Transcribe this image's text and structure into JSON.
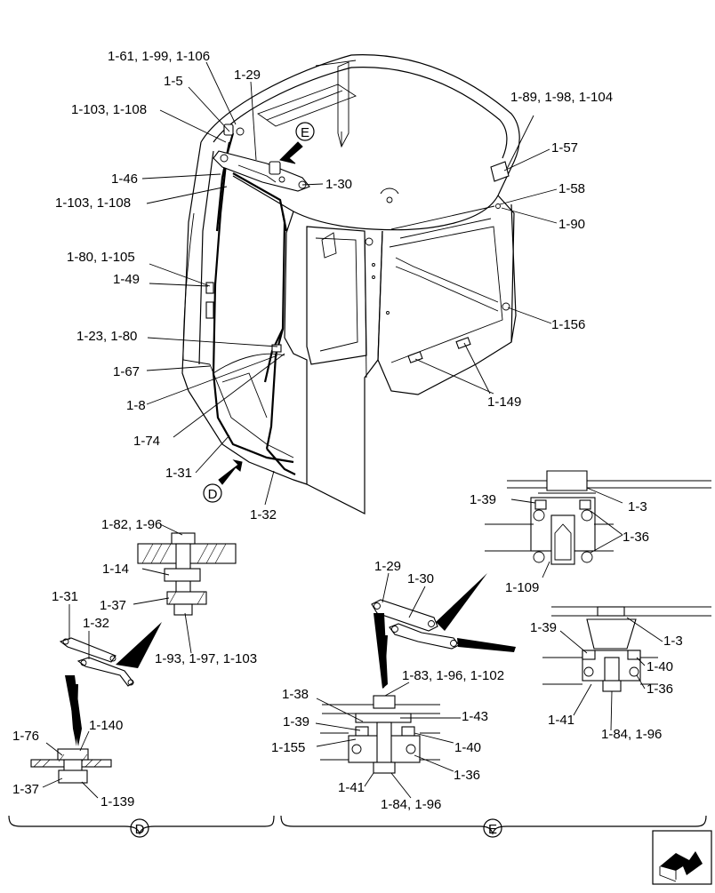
{
  "callouts": {
    "c1": "1-61, 1-99, 1-106",
    "c2": "1-5",
    "c3": "1-29",
    "c4": "1-103, 1-108",
    "c5": "1-46",
    "c6": "1-103, 1-108",
    "c7": "1-30",
    "c8": "1-89, 1-98, 1-104",
    "c9": "1-57",
    "c10": "1-58",
    "c11": "1-90",
    "c12": "1-80, 1-105",
    "c13": "1-49",
    "c14": "1-156",
    "c15": "1-23, 1-80",
    "c16": "1-67",
    "c17": "1-8",
    "c18": "1-149",
    "c19": "1-74",
    "c20": "1-31",
    "c21": "1-32",
    "c22": "1-39",
    "c23": "1-3",
    "c24": "1-36",
    "c25": "1-82, 1-96",
    "c26": "1-14",
    "c27": "1-37",
    "c28": "1-31",
    "c29": "1-32",
    "c30": "1-93, 1-97, 1-103",
    "c31": "1-29",
    "c32": "1-30",
    "c33": "1-109",
    "c34": "1-39",
    "c35": "1-3",
    "c36": "1-40",
    "c37": "1-36",
    "c38": "1-41",
    "c39": "1-84, 1-96",
    "c40": "1-83, 1-96, 1-102",
    "c41": "1-38",
    "c42": "1-43",
    "c43": "1-39",
    "c44": "1-155",
    "c45": "1-40",
    "c46": "1-36",
    "c47": "1-41",
    "c48": "1-84, 1-96",
    "c49": "1-76",
    "c50": "1-140",
    "c51": "1-37",
    "c52": "1-139"
  },
  "view_markers": {
    "e_top": "E",
    "d_mid": "D",
    "d_bottom": "D",
    "e_bottom": "E"
  }
}
